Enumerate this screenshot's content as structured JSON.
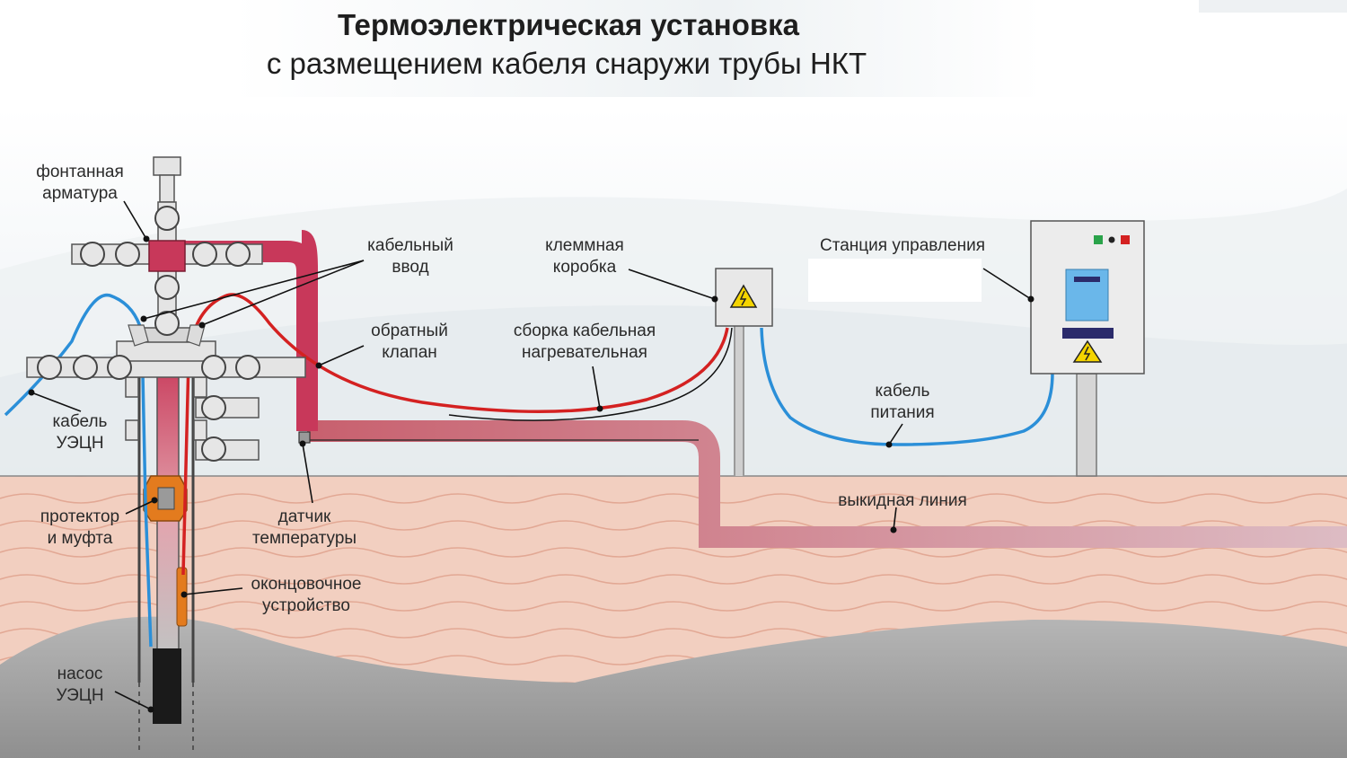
{
  "title": {
    "line1": "Термоэлектрическая установка",
    "line2": "с размещением кабеля снаружи трубы НКТ"
  },
  "labels": {
    "fountain_fitting": [
      "фонтанная",
      "арматура"
    ],
    "cable_entry": [
      "кабельный",
      "ввод"
    ],
    "terminal_box": [
      "клеммная",
      "коробка"
    ],
    "control_station": "Станция управления",
    "check_valve": [
      "обратный",
      "клапан"
    ],
    "heating_cable_assembly": [
      "сборка кабельная",
      "нагревательная"
    ],
    "power_cable": [
      "кабель",
      "питания"
    ],
    "esp_cable": [
      "кабель",
      "УЭЦН"
    ],
    "protector_coupling": [
      "протектор",
      "и муфта"
    ],
    "temperature_sensor": [
      "датчик",
      "температуры"
    ],
    "flow_line": "выкидная линия",
    "end_device": [
      "оконцовочное",
      "устройство"
    ],
    "esp_pump": [
      "насос",
      "УЭЦН"
    ]
  },
  "colors": {
    "heated_pipe": "#c8385a",
    "heating_cable": "#d42121",
    "power_cable": "#2b8fd8",
    "soil": "#f2cfc0",
    "rock": "#a8a8a8",
    "pump": "#1a1a1a",
    "protector": "#e37b1e"
  },
  "icons": [
    "high-voltage-icon",
    "indicator-lamps-icon"
  ]
}
